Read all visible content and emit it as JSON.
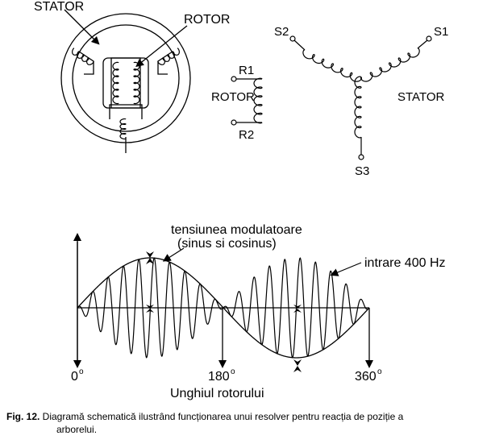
{
  "resolver": {
    "stator_label": "STATOR",
    "rotor_label": "ROTOR"
  },
  "rotor_winding": {
    "r1": "R1",
    "r2": "R2",
    "label": "ROTOR"
  },
  "stator_winding": {
    "s1": "S1",
    "s2": "S2",
    "s3": "S3",
    "label": "STATOR"
  },
  "waveform": {
    "modulating_label_1": "tensiunea modulatoare",
    "modulating_label_2": "(sinus si cosinus)",
    "input_label": "intrare 400 Hz",
    "tick_0": "0",
    "tick_180": "180",
    "tick_360": "360",
    "degree_mark": "o",
    "axis_title": "Unghiul rotorului"
  },
  "caption": {
    "fig_label": "Fig. 12.",
    "text_line1": " Diagramă schematică ilustrând funcționarea unui resolver pentru reacția de poziție a",
    "text_line2": "arborelui."
  }
}
